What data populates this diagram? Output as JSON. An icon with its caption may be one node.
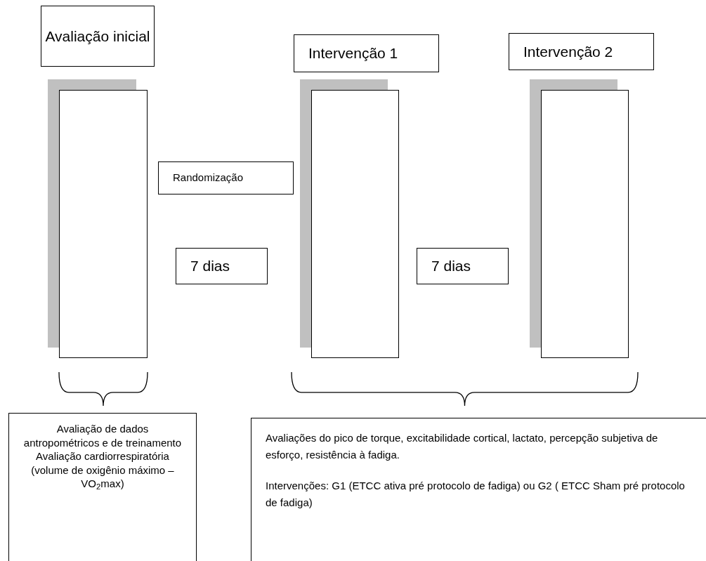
{
  "diagram": {
    "nodes": [
      {
        "text": [
          "Avaliação inicial"
        ]
      },
      {
        "text": [
          "Intervenção 1"
        ]
      },
      {
        "text": [
          "Intervenção 2"
        ]
      },
      {
        "text": [],
        "shape": "bar"
      },
      {
        "text": [
          "Randomização"
        ]
      },
      {
        "text": [
          "7 dias"
        ]
      },
      {
        "text": [],
        "shape": "bar"
      },
      {
        "text": [
          "7 dias"
        ]
      },
      {
        "text": [],
        "shape": "bar"
      },
      {
        "text": [
          "Avaliação de dados antropométricos e de treinamento",
          "Avaliação cardiorrespiratória (volume de oxigênio máximo – VO$_{2}$max)"
        ]
      },
      {
        "text": [
          "Avaliações do pico de torque, excitabilidade cortical, lactato, percepção subjetiva de esforço, resistência à fadiga.",
          "Intervenções: G1 (ETCC ativa pré protocolo de fadiga)  ou G2 ( ETCC Sham pré protocolo de fadiga)"
        ]
      }
    ]
  }
}
